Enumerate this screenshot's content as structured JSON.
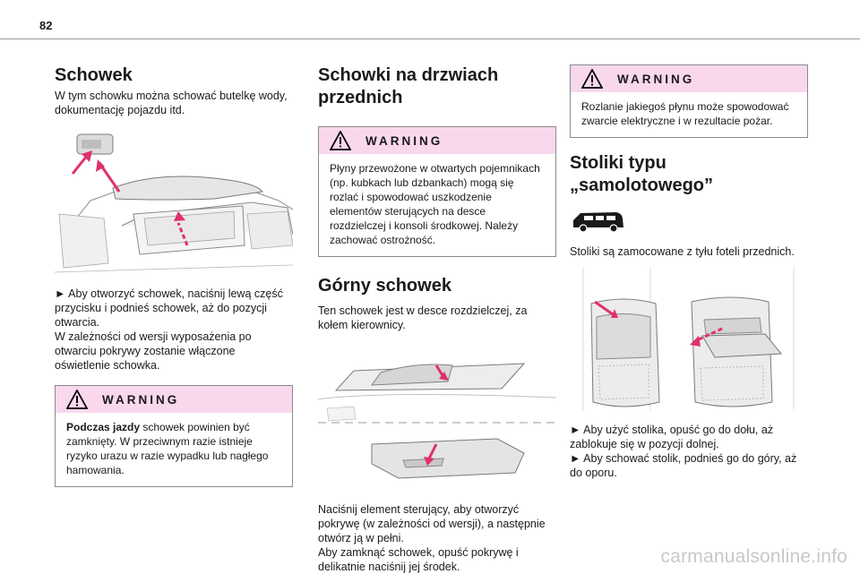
{
  "page_number": "82",
  "col1": {
    "title": "Schowek",
    "intro": "W tym schowku można schować butelkę wody, dokumentację pojazdu itd.",
    "instructions": [
      "► Aby otworzyć schowek, naciśnij lewą część przycisku i podnieś schowek, aż do pozycji otwarcia.",
      "W zależności od wersji wyposażenia po otwarciu pokrywy zostanie włączone oświetlenie schowka."
    ],
    "warning": {
      "title": "WARNING",
      "bold": "Podczas jazdy",
      "text": " schowek powinien być zamknięty. W przeciwnym razie istnieje ryzyko urazu w razie wypadku lub nagłego hamowania."
    }
  },
  "col2": {
    "title": "Schowki na drzwiach przednich",
    "warning": {
      "title": "WARNING",
      "text": "Płyny przewożone w otwartych pojemnikach (np. kubkach lub dzbankach) mogą się rozlać i spowodować uszkodzenie elementów sterujących na desce rozdzielczej i konsoli środkowej. Należy zachować ostrożność."
    },
    "subtitle": "Górny schowek",
    "intro": "Ten schowek jest w desce rozdzielczej, za kołem kierownicy.",
    "instructions": [
      "Naciśnij element sterujący, aby otworzyć pokrywę (w zależności od wersji), a następnie otwórz ją w pełni.",
      "Aby zamknąć schowek, opuść pokrywę i delikatnie naciśnij jej środek."
    ]
  },
  "col3": {
    "warning": {
      "title": "WARNING",
      "text": "Rozlanie jakiegoś płynu może spowodować zwarcie elektryczne i w rezultacie pożar."
    },
    "title": "Stoliki typu „samolotowego”",
    "intro": "Stoliki są zamocowane z tyłu foteli przednich.",
    "instructions": [
      "► Aby użyć stolika, opuść go do dołu, aż zablokuje się w pozycji dolnej.",
      "► Aby schować stolik, podnieś go do góry, aż do oporu."
    ]
  },
  "footer": "carmanualsonline.info",
  "colors": {
    "warning_bg": "#f9d8ee",
    "arrow": "#e0306a",
    "rule": "#9a9a9a"
  },
  "icons": [
    "warning-triangle-icon",
    "van-silhouette-icon"
  ]
}
